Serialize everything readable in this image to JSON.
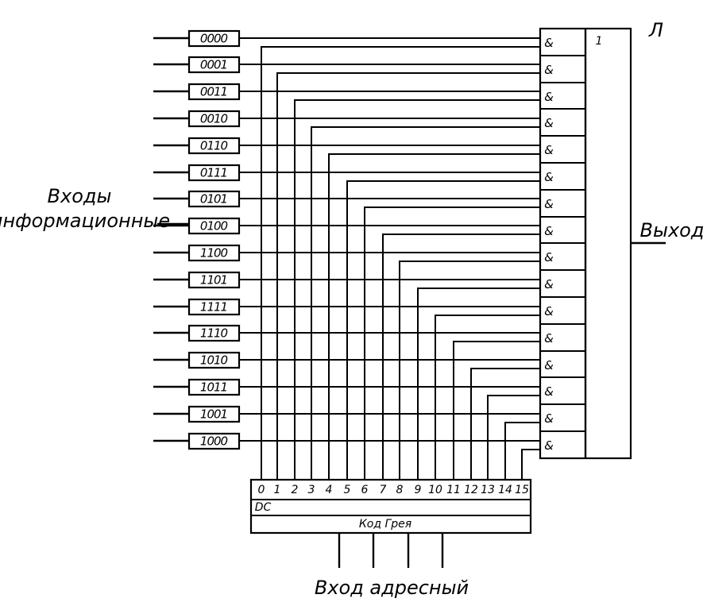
{
  "inputs_label": [
    "Входы",
    "информационные"
  ],
  "address_label": "Вход адресный",
  "output_label": "Выход",
  "corner_label": "Л",
  "or_label": "1",
  "and_label": "&",
  "decoder_label": "DC",
  "gray_label": "Код Грея",
  "codes": [
    "0000",
    "0001",
    "0011",
    "0010",
    "0110",
    "0111",
    "0101",
    "0100",
    "1100",
    "1101",
    "1111",
    "1110",
    "1010",
    "1011",
    "1001",
    "1000"
  ],
  "outputs": [
    "0",
    "1",
    "2",
    "3",
    "4",
    "5",
    "6",
    "7",
    "8",
    "9",
    "10",
    "11",
    "12",
    "13",
    "14",
    "15"
  ]
}
